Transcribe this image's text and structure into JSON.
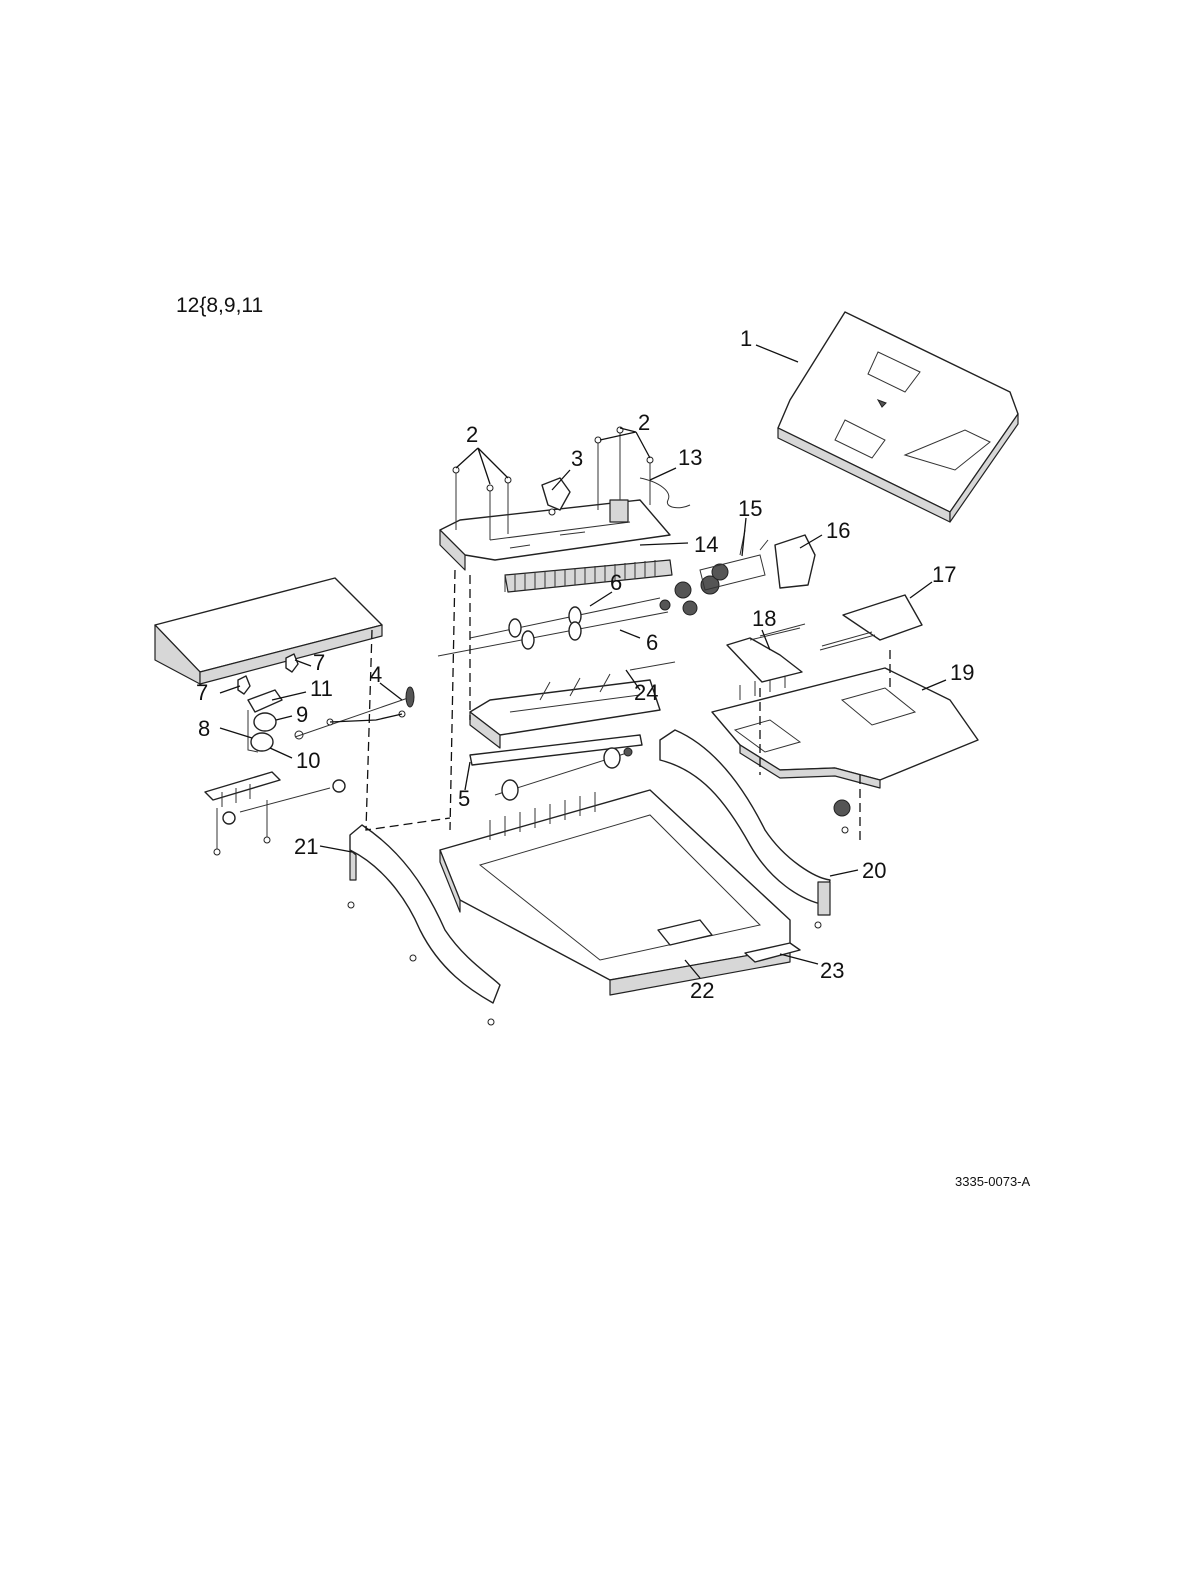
{
  "header_note": "12{8,9,11",
  "document_id": "3335-0073-A",
  "callouts": [
    {
      "id": "c1",
      "label": "1"
    },
    {
      "id": "c2a",
      "label": "2"
    },
    {
      "id": "c2b",
      "label": "2"
    },
    {
      "id": "c3",
      "label": "3"
    },
    {
      "id": "c13",
      "label": "13"
    },
    {
      "id": "c14",
      "label": "14"
    },
    {
      "id": "c15",
      "label": "15"
    },
    {
      "id": "c16",
      "label": "16"
    },
    {
      "id": "c17",
      "label": "17"
    },
    {
      "id": "c6a",
      "label": "6"
    },
    {
      "id": "c6b",
      "label": "6"
    },
    {
      "id": "c18",
      "label": "18"
    },
    {
      "id": "c19",
      "label": "19"
    },
    {
      "id": "c7a",
      "label": "7"
    },
    {
      "id": "c7b",
      "label": "7"
    },
    {
      "id": "c4",
      "label": "4"
    },
    {
      "id": "c11",
      "label": "11"
    },
    {
      "id": "c9",
      "label": "9"
    },
    {
      "id": "c8",
      "label": "8"
    },
    {
      "id": "c10",
      "label": "10"
    },
    {
      "id": "c24",
      "label": "24"
    },
    {
      "id": "c5",
      "label": "5"
    },
    {
      "id": "c21",
      "label": "21"
    },
    {
      "id": "c20",
      "label": "20"
    },
    {
      "id": "c23",
      "label": "23"
    },
    {
      "id": "c22",
      "label": "22"
    }
  ]
}
